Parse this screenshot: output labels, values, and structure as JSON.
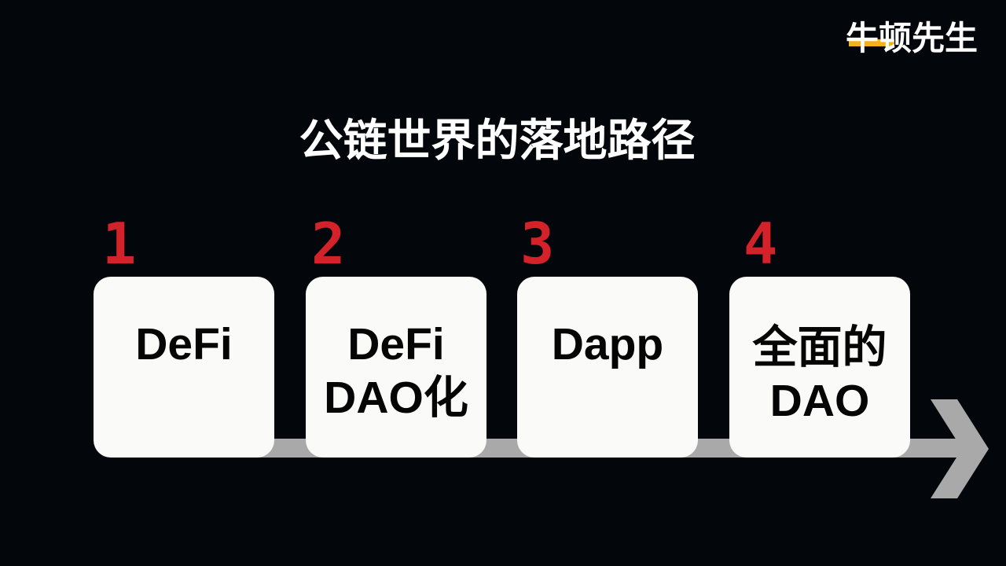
{
  "logo": {
    "text": "牛顿先生",
    "accent_color": "#f3b21c"
  },
  "title": "公链世界的落地路径",
  "steps": [
    {
      "number": "1",
      "line1": "DeFi",
      "line2": ""
    },
    {
      "number": "2",
      "line1": "DeFi",
      "line2": "DAO化"
    },
    {
      "number": "3",
      "line1": "Dapp",
      "line2": ""
    },
    {
      "number": "4",
      "line1": "全面的",
      "line2": "DAO"
    }
  ],
  "colors": {
    "background": "#03060b",
    "number": "#d32229",
    "card": "#fafaf9",
    "arrow": "#a9a9a9"
  }
}
